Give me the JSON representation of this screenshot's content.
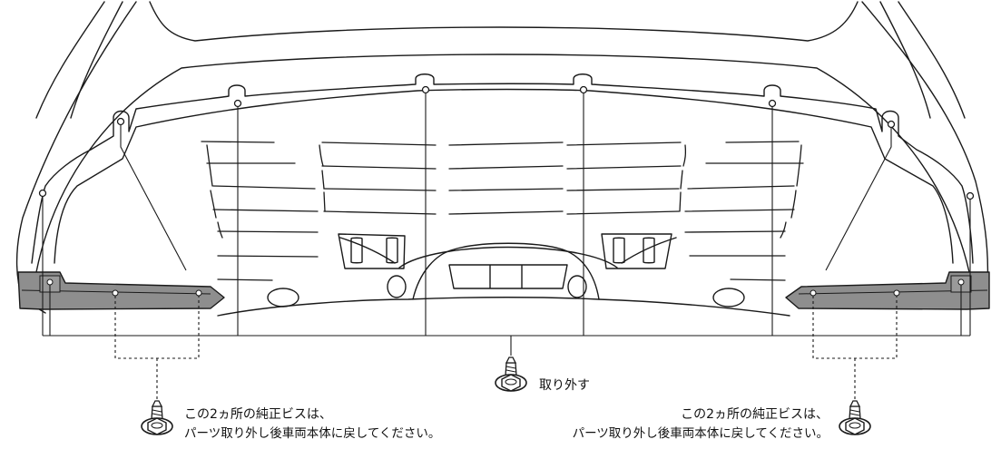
{
  "labels": {
    "left_note": {
      "line1": "この2ヵ所の純正ビスは、",
      "line2": "パーツ取り外し後車両本体に戻してください。"
    },
    "center_note": "取り外す",
    "right_note": {
      "line1": "この2ヵ所の純正ビスは、",
      "line2": "パーツ取り外し後車両本体に戻してください。"
    }
  },
  "colors": {
    "stroke": "#1a1a1a",
    "part_fill": "#8e8e8e",
    "screw_fill": "#ffffff"
  },
  "icons": [
    "screw-icon"
  ]
}
